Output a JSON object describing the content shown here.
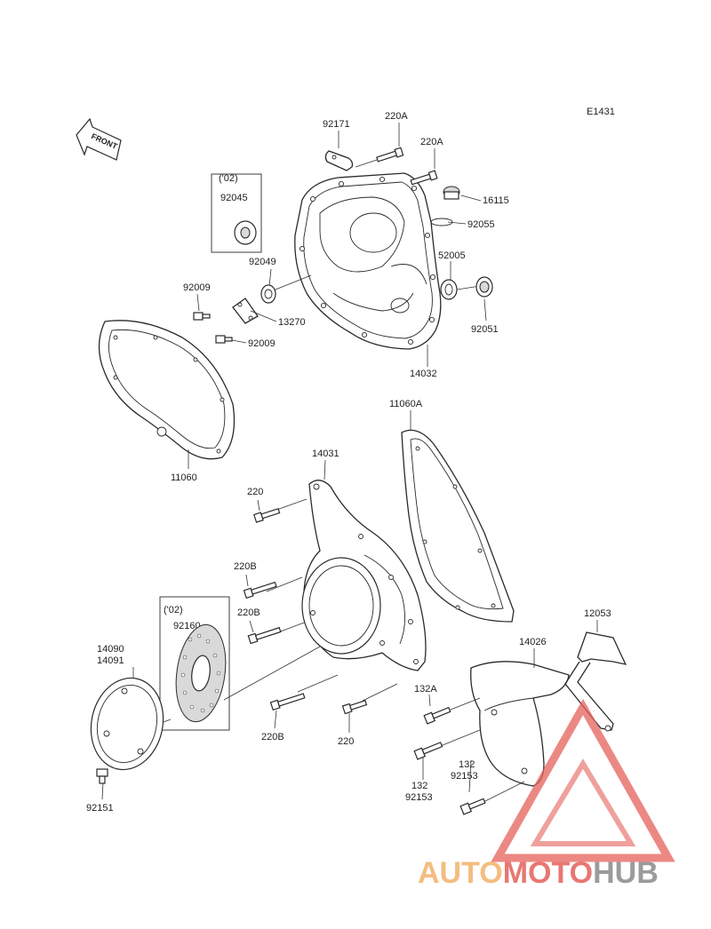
{
  "diagram": {
    "code": "E1431",
    "front_label": "FRONT",
    "labels": {
      "p92171": "92171",
      "p220A_1": "220A",
      "p220A_2": "220A",
      "p02_top": "('02)",
      "p92045": "92045",
      "p16115": "16115",
      "p92055": "92055",
      "p52005": "52005",
      "p92049": "92049",
      "p92009_1": "92009",
      "p13270": "13270",
      "p92009_2": "92009",
      "p92051": "92051",
      "p14032": "14032",
      "p11060A": "11060A",
      "p11060": "11060",
      "p14031": "14031",
      "p220_1": "220",
      "p220B_1": "220B",
      "p02_mid": "('02)",
      "p220B_2": "220B",
      "p92160": "92160",
      "p14090": "14090",
      "p14091": "14091",
      "p12053": "12053",
      "p14026": "14026",
      "p132A": "132A",
      "p220B_3": "220B",
      "p220_2": "220",
      "p132_1": "132",
      "p92153_1": "92153",
      "p132_2": "132",
      "p92153_2": "92153",
      "p92151": "92151"
    }
  },
  "watermark": {
    "text_auto": "AUTO",
    "text_moto": "MOTO",
    "text_hub": "HUB",
    "color_auto": "#f2b26b",
    "color_moto": "#e5605a",
    "color_hub": "#8a8a8a"
  }
}
